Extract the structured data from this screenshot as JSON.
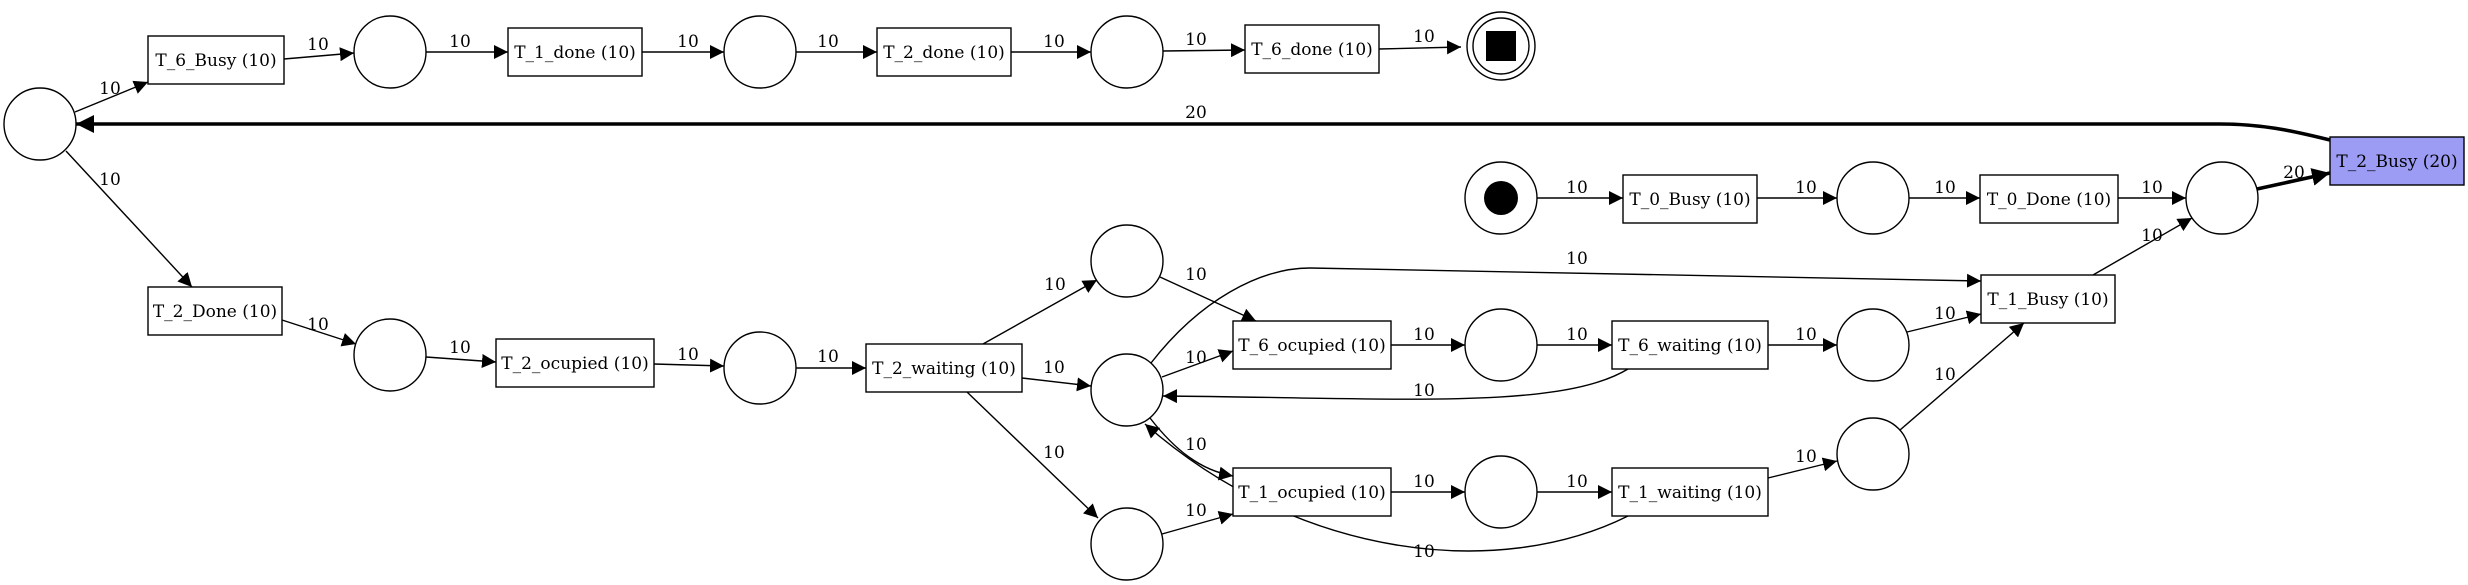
{
  "places": [
    {
      "id": "p_main",
      "kind": "normal"
    },
    {
      "id": "p_t6busy_out",
      "kind": "normal"
    },
    {
      "id": "p_t1done_out",
      "kind": "normal"
    },
    {
      "id": "p_t2done_out",
      "kind": "normal"
    },
    {
      "id": "p_final",
      "kind": "final",
      "icon": "final-place-square-icon"
    },
    {
      "id": "p_start",
      "kind": "initial",
      "icon": "initial-token-icon"
    },
    {
      "id": "p_t0busy_out",
      "kind": "normal"
    },
    {
      "id": "p_t0done_out",
      "kind": "normal"
    },
    {
      "id": "p_t2Done_out",
      "kind": "normal"
    },
    {
      "id": "p_t2occ_out",
      "kind": "normal"
    },
    {
      "id": "p_w_upper",
      "kind": "normal"
    },
    {
      "id": "p_hub",
      "kind": "normal"
    },
    {
      "id": "p_w_lower",
      "kind": "normal"
    },
    {
      "id": "p_t6occ_out",
      "kind": "normal"
    },
    {
      "id": "p_t6wait_out",
      "kind": "normal"
    },
    {
      "id": "p_t1occ_out",
      "kind": "normal"
    },
    {
      "id": "p_t1wait_out",
      "kind": "normal"
    }
  ],
  "transitions": [
    {
      "id": "t_T6_Busy",
      "label": "T_6_Busy (10)",
      "highlight": false
    },
    {
      "id": "t_T1_done",
      "label": "T_1_done (10)",
      "highlight": false
    },
    {
      "id": "t_T2_done",
      "label": "T_2_done (10)",
      "highlight": false
    },
    {
      "id": "t_T6_done",
      "label": "T_6_done (10)",
      "highlight": false
    },
    {
      "id": "t_T2_Done",
      "label": "T_2_Done (10)",
      "highlight": false
    },
    {
      "id": "t_T2_ocupied",
      "label": "T_2_ocupied (10)",
      "highlight": false
    },
    {
      "id": "t_T2_waiting",
      "label": "T_2_waiting (10)",
      "highlight": false
    },
    {
      "id": "t_T0_Busy",
      "label": "T_0_Busy (10)",
      "highlight": false
    },
    {
      "id": "t_T0_Done",
      "label": "T_0_Done (10)",
      "highlight": false
    },
    {
      "id": "t_T1_Busy",
      "label": "T_1_Busy (10)",
      "highlight": false
    },
    {
      "id": "t_T6_ocupied",
      "label": "T_6_ocupied (10)",
      "highlight": false
    },
    {
      "id": "t_T6_waiting",
      "label": "T_6_waiting (10)",
      "highlight": false
    },
    {
      "id": "t_T1_ocupied",
      "label": "T_1_ocupied (10)",
      "highlight": false
    },
    {
      "id": "t_T1_waiting",
      "label": "T_1_waiting (10)",
      "highlight": false
    },
    {
      "id": "t_T2_Busy",
      "label": "T_2_Busy (20)",
      "highlight": true,
      "highlight_color": "#9c9cf4"
    }
  ],
  "arcs": [
    {
      "from": "p_main",
      "to": "t_T6_Busy",
      "weight": "10"
    },
    {
      "from": "t_T6_Busy",
      "to": "p_t6busy_out",
      "weight": "10"
    },
    {
      "from": "p_t6busy_out",
      "to": "t_T1_done",
      "weight": "10"
    },
    {
      "from": "t_T1_done",
      "to": "p_t1done_out",
      "weight": "10"
    },
    {
      "from": "p_t1done_out",
      "to": "t_T2_done",
      "weight": "10"
    },
    {
      "from": "t_T2_done",
      "to": "p_t2done_out",
      "weight": "10"
    },
    {
      "from": "p_t2done_out",
      "to": "t_T6_done",
      "weight": "10"
    },
    {
      "from": "t_T6_done",
      "to": "p_final",
      "weight": "10"
    },
    {
      "from": "t_T2_Busy",
      "to": "p_main",
      "weight": "20",
      "thick": true
    },
    {
      "from": "p_main",
      "to": "t_T2_Done",
      "weight": "10"
    },
    {
      "from": "t_T2_Done",
      "to": "p_t2Done_out",
      "weight": "10"
    },
    {
      "from": "p_t2Done_out",
      "to": "t_T2_ocupied",
      "weight": "10"
    },
    {
      "from": "t_T2_ocupied",
      "to": "p_t2occ_out",
      "weight": "10"
    },
    {
      "from": "p_t2occ_out",
      "to": "t_T2_waiting",
      "weight": "10"
    },
    {
      "from": "t_T2_waiting",
      "to": "p_w_upper",
      "weight": "10"
    },
    {
      "from": "t_T2_waiting",
      "to": "p_hub",
      "weight": "10"
    },
    {
      "from": "t_T2_waiting",
      "to": "p_w_lower",
      "weight": "10"
    },
    {
      "from": "p_w_upper",
      "to": "t_T6_ocupied",
      "weight": "10"
    },
    {
      "from": "p_hub",
      "to": "t_T6_ocupied",
      "weight": "10"
    },
    {
      "from": "p_hub",
      "to": "t_T1_Busy",
      "weight": "10"
    },
    {
      "from": "p_hub",
      "to": "t_T1_ocupied",
      "weight": "10"
    },
    {
      "from": "p_w_lower",
      "to": "t_T1_ocupied",
      "weight": "10"
    },
    {
      "from": "t_T6_ocupied",
      "to": "p_t6occ_out",
      "weight": "10"
    },
    {
      "from": "p_t6occ_out",
      "to": "t_T6_waiting",
      "weight": "10"
    },
    {
      "from": "t_T6_waiting",
      "to": "p_t6wait_out",
      "weight": "10"
    },
    {
      "from": "t_T6_waiting",
      "to": "p_hub",
      "weight": "10"
    },
    {
      "from": "p_t6wait_out",
      "to": "t_T1_Busy",
      "weight": "10"
    },
    {
      "from": "t_T1_ocupied",
      "to": "p_t1occ_out",
      "weight": "10"
    },
    {
      "from": "p_t1occ_out",
      "to": "t_T1_waiting",
      "weight": "10"
    },
    {
      "from": "t_T1_waiting",
      "to": "p_t1wait_out",
      "weight": "10"
    },
    {
      "from": "t_T1_waiting",
      "to": "p_hub",
      "weight": "10"
    },
    {
      "from": "p_t1wait_out",
      "to": "t_T1_Busy",
      "weight": "10"
    },
    {
      "from": "p_start",
      "to": "t_T0_Busy",
      "weight": "10"
    },
    {
      "from": "t_T0_Busy",
      "to": "p_t0busy_out",
      "weight": "10"
    },
    {
      "from": "p_t0busy_out",
      "to": "t_T0_Done",
      "weight": "10"
    },
    {
      "from": "t_T0_Done",
      "to": "p_t0done_out",
      "weight": "10"
    },
    {
      "from": "t_T1_Busy",
      "to": "p_t0done_out",
      "weight": "10"
    },
    {
      "from": "p_t0done_out",
      "to": "t_T2_Busy",
      "weight": "20",
      "thick": true
    }
  ]
}
